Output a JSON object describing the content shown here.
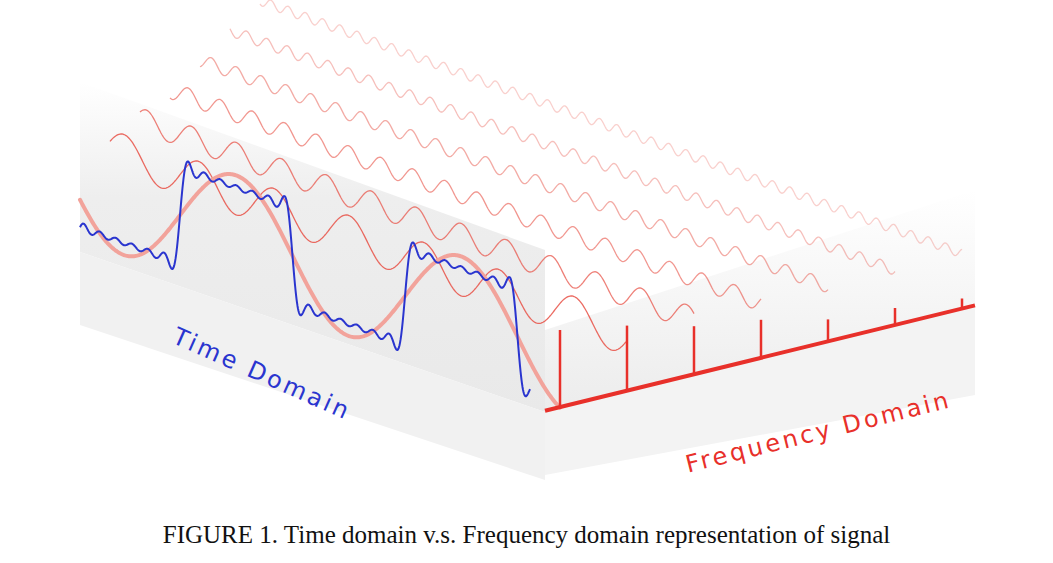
{
  "diagram": {
    "caption": "FIGURE 1. Time domain v.s. Frequency domain representation of signal",
    "labels": [
      "Time Domain",
      "Frequency Domain"
    ]
  }
}
